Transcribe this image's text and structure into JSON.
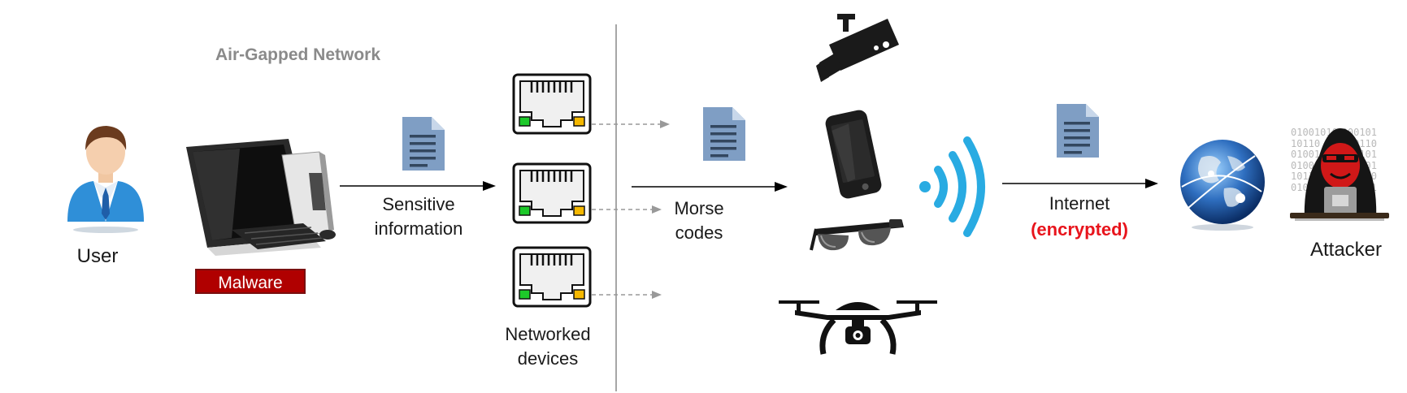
{
  "header": {
    "title": "Air-Gapped Network"
  },
  "nodes": {
    "user": {
      "label": "User"
    },
    "computer": {
      "badge": "Malware"
    },
    "networked_devices": {
      "label_line1": "Networked",
      "label_line2": "devices"
    },
    "attacker": {
      "label": "Attacker"
    }
  },
  "edges": {
    "sensitive_info": {
      "line1": "Sensitive",
      "line2": "information"
    },
    "morse": {
      "line1": "Morse",
      "line2": "codes"
    },
    "internet": {
      "line1": "Internet",
      "line2": "(encrypted)"
    }
  },
  "hacker_background_text": [
    "01001010",
    "10110",
    "01001",
    "01001",
    "10110",
    "01001",
    "000101",
    "100110",
    "10101",
    "10101",
    "01110",
    "10101"
  ],
  "colors": {
    "accent_red": "#e8141c",
    "malware_bg": "#b00000",
    "wifi_blue": "#29abe2",
    "doc_blue": "#7f9ec4",
    "globe_blue": "#2f6fc0"
  },
  "icons": [
    "user-icon",
    "computer-icon",
    "document-icon",
    "ethernet-port-icon",
    "security-camera-icon",
    "smartphone-icon",
    "smart-glasses-icon",
    "drone-icon",
    "wifi-signal-icon",
    "globe-icon",
    "hacker-icon"
  ]
}
